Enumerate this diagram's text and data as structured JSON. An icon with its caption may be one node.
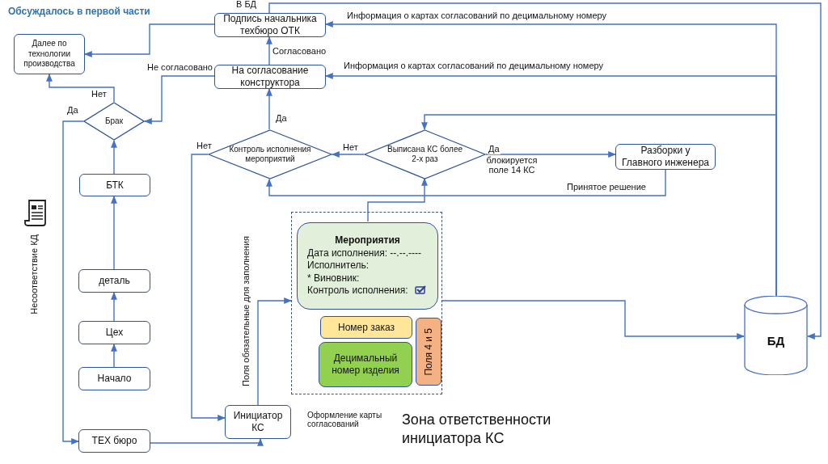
{
  "diagram": {
    "title": "Обсуждалось в первой части",
    "nodes": [
      {
        "text": [
          "Подпись начальника техбюро ОТК"
        ]
      },
      {
        "text": [
          "Далее по технологии производства"
        ]
      },
      {
        "text": [
          "На согласование конструктора"
        ]
      },
      {
        "text": [
          "Брак"
        ]
      },
      {
        "text": [
          "Контроль исполнения мероприятий"
        ]
      },
      {
        "text": [
          "Выписана КС более 2-х раз"
        ]
      },
      {
        "text": [
          "Разборки у Главного инженера"
        ]
      },
      {
        "text": [
          "БТК"
        ]
      },
      {
        "text": [],
        "shape": "box"
      },
      {
        "text": [
          "Мероприятия",
          "Дата исполнения: --.--.----",
          "Исполнитель:",
          "* Виновник:",
          "Контроль исполнения:"
        ],
        "in": 8
      },
      {
        "text": [
          "Номер заказ"
        ],
        "in": 8
      },
      {
        "text": [
          "Децимальный номер изделия"
        ],
        "in": 8
      },
      {
        "text": [
          "Поля 4 и 5"
        ],
        "in": 8
      },
      {
        "text": [
          "деталь"
        ]
      },
      {
        "text": [
          "Цех"
        ]
      },
      {
        "text": [
          "Начало"
        ]
      },
      {
        "text": [
          "БД"
        ]
      },
      {
        "text": [
          "Инициатор КС"
        ],
        "beside": [
          "Оформление карты согласований"
        ]
      },
      {
        "text": [
          "ТЕХ бюро"
        ]
      }
    ],
    "edges": [
      {
        "from": 0,
        "to": 1,
        "arrow": "to"
      },
      {
        "from": 0,
        "to": 16,
        "arrow": "to",
        "label": "В БД"
      },
      {
        "from": 16,
        "to": 0,
        "arrow": "to",
        "label": "Информация о картах согласований по децимальному номеру"
      },
      {
        "from": 16,
        "to": 2,
        "arrow": "to",
        "label": "Информация о картах согласований по децимальному номеру"
      },
      {
        "from": 16,
        "to": 5,
        "arrow": "to"
      },
      {
        "from": 2,
        "to": 0,
        "arrow": "to",
        "label": "Согласовано"
      },
      {
        "from": 2,
        "to": 3,
        "arrow": "to",
        "label": "Не согласовано"
      },
      {
        "from": 3,
        "to": 1,
        "arrow": "to",
        "label": "Нет"
      },
      {
        "from": 3,
        "to": 18,
        "arrow": "to",
        "label": "Да"
      },
      {
        "from": 4,
        "to": 2,
        "arrow": "to",
        "label": "Да"
      },
      {
        "from": 4,
        "to": 17,
        "arrow": "to",
        "label": "Нет"
      },
      {
        "from": 5,
        "to": 4,
        "arrow": "to",
        "label": "Нет"
      },
      {
        "from": 5,
        "to": 6,
        "arrow": "to",
        "label": "Да"
      },
      {
        "from": 6,
        "to": 4,
        "arrow": "to",
        "label": "Принятое решение"
      },
      {
        "from": 9,
        "to": 5,
        "arrow": "to"
      },
      {
        "from": 17,
        "to": 8,
        "arrow": "to"
      },
      {
        "from": 8,
        "to": 16,
        "arrow": "to"
      },
      {
        "from": 7,
        "to": 3,
        "arrow": "to"
      },
      {
        "from": 13,
        "to": 7,
        "arrow": "to"
      },
      {
        "from": 14,
        "to": 13,
        "arrow": "to"
      },
      {
        "from": 15,
        "to": 14,
        "arrow": "to"
      },
      {
        "from": 18,
        "to": 17,
        "arrow": "to"
      }
    ],
    "labels": [
      "Несоответствие КД",
      "Поля обязательные для заполнения",
      "блокируется поле 14 КС",
      "Зона ответственности инициатора КС"
    ]
  }
}
